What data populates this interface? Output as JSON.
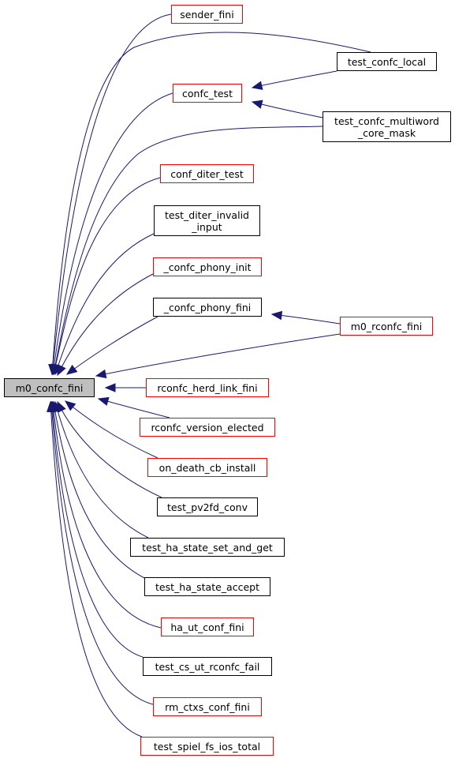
{
  "colors": {
    "edge": "#191970",
    "red_border": "#ff0000",
    "black_border": "#000000",
    "focus_fill": "#bfbfbf"
  },
  "nodes": [
    {
      "id": "m0_confc_fini",
      "label": "m0_confc_fini",
      "border": "black",
      "focus": true
    },
    {
      "id": "sender_fini",
      "label": "sender_fini",
      "border": "red"
    },
    {
      "id": "confc_test",
      "label": "confc_test",
      "border": "red"
    },
    {
      "id": "test_confc_local",
      "label": "test_confc_local",
      "border": "black"
    },
    {
      "id": "test_confc_multiword_core_mask",
      "label": "test_confc_multiword\n_core_mask",
      "border": "black"
    },
    {
      "id": "conf_diter_test",
      "label": "conf_diter_test",
      "border": "red"
    },
    {
      "id": "test_diter_invalid_input",
      "label": "test_diter_invalid\n_input",
      "border": "black"
    },
    {
      "id": "_confc_phony_init",
      "label": "_confc_phony_init",
      "border": "red"
    },
    {
      "id": "_confc_phony_fini",
      "label": "_confc_phony_fini",
      "border": "black"
    },
    {
      "id": "m0_rconfc_fini",
      "label": "m0_rconfc_fini",
      "border": "red"
    },
    {
      "id": "rconfc_herd_link_fini",
      "label": "rconfc_herd_link_fini",
      "border": "red"
    },
    {
      "id": "rconfc_version_elected",
      "label": "rconfc_version_elected",
      "border": "red"
    },
    {
      "id": "on_death_cb_install",
      "label": "on_death_cb_install",
      "border": "red"
    },
    {
      "id": "test_pv2fd_conv",
      "label": "test_pv2fd_conv",
      "border": "black"
    },
    {
      "id": "test_ha_state_set_and_get",
      "label": "test_ha_state_set_and_get",
      "border": "black"
    },
    {
      "id": "test_ha_state_accept",
      "label": "test_ha_state_accept",
      "border": "black"
    },
    {
      "id": "ha_ut_conf_fini",
      "label": "ha_ut_conf_fini",
      "border": "red"
    },
    {
      "id": "test_cs_ut_rconfc_fail",
      "label": "test_cs_ut_rconfc_fail",
      "border": "black"
    },
    {
      "id": "rm_ctxs_conf_fini",
      "label": "rm_ctxs_conf_fini",
      "border": "red"
    },
    {
      "id": "test_spiel_fs_ios_total",
      "label": "test_spiel_fs_ios_total",
      "border": "red"
    }
  ],
  "edges": [
    {
      "from": "sender_fini",
      "to": "m0_confc_fini"
    },
    {
      "from": "test_confc_local",
      "to": "m0_confc_fini"
    },
    {
      "from": "confc_test",
      "to": "m0_confc_fini"
    },
    {
      "from": "test_confc_local",
      "to": "confc_test"
    },
    {
      "from": "test_confc_multiword_core_mask",
      "to": "confc_test"
    },
    {
      "from": "test_confc_multiword_core_mask",
      "to": "m0_confc_fini"
    },
    {
      "from": "conf_diter_test",
      "to": "m0_confc_fini"
    },
    {
      "from": "test_diter_invalid_input",
      "to": "m0_confc_fini"
    },
    {
      "from": "_confc_phony_init",
      "to": "m0_confc_fini"
    },
    {
      "from": "_confc_phony_fini",
      "to": "m0_confc_fini"
    },
    {
      "from": "m0_rconfc_fini",
      "to": "_confc_phony_fini"
    },
    {
      "from": "m0_rconfc_fini",
      "to": "m0_confc_fini"
    },
    {
      "from": "rconfc_herd_link_fini",
      "to": "m0_confc_fini"
    },
    {
      "from": "rconfc_version_elected",
      "to": "m0_confc_fini"
    },
    {
      "from": "on_death_cb_install",
      "to": "m0_confc_fini"
    },
    {
      "from": "test_pv2fd_conv",
      "to": "m0_confc_fini"
    },
    {
      "from": "test_ha_state_set_and_get",
      "to": "m0_confc_fini"
    },
    {
      "from": "test_ha_state_accept",
      "to": "m0_confc_fini"
    },
    {
      "from": "ha_ut_conf_fini",
      "to": "m0_confc_fini"
    },
    {
      "from": "test_cs_ut_rconfc_fail",
      "to": "m0_confc_fini"
    },
    {
      "from": "rm_ctxs_conf_fini",
      "to": "m0_confc_fini"
    },
    {
      "from": "test_spiel_fs_ios_total",
      "to": "m0_confc_fini"
    }
  ]
}
